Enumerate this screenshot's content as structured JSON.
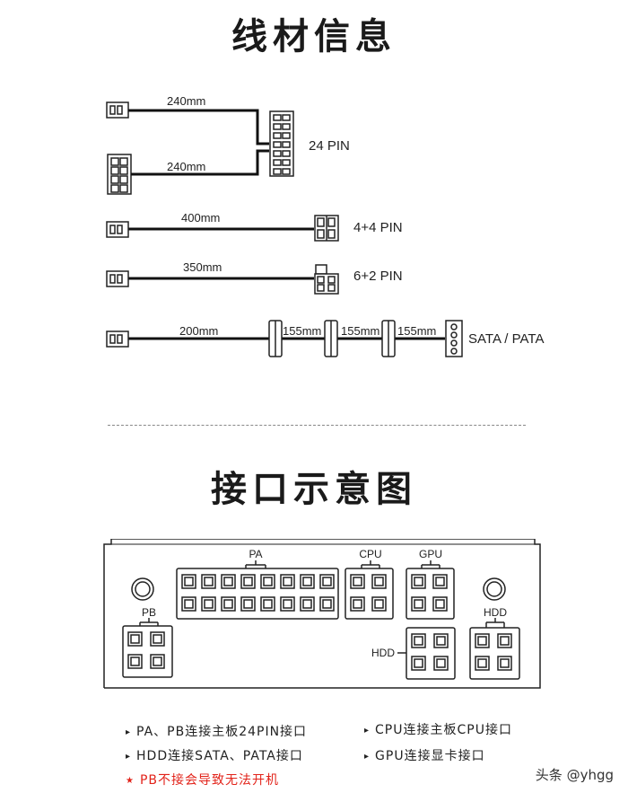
{
  "section_titles": {
    "wires": "线材信息",
    "ports": "接口示意图"
  },
  "cables": {
    "c24_top_len": "240mm",
    "c24_bot_len": "240mm",
    "c24_label": "24 PIN",
    "c44_len": "400mm",
    "c44_label": "4+4 PIN",
    "c62_len": "350mm",
    "c62_label": "6+2 PIN",
    "sata_len1": "200mm",
    "sata_len2": "155mm",
    "sata_len3": "155mm",
    "sata_len4": "155mm",
    "sata_label": "SATA / PATA"
  },
  "ports": {
    "pa": "PA",
    "cpu": "CPU",
    "gpu": "GPU",
    "pb": "PB",
    "hdd_right": "HDD",
    "hdd_left": "HDD"
  },
  "notes": {
    "n1": "PA、PB连接主板24PIN接口",
    "n2": "CPU连接主板CPU接口",
    "n3": "HDD连接SATA、PATA接口",
    "n4": "GPU连接显卡接口",
    "n5": "PB不接会导致无法开机",
    "arrow": "▸",
    "star": "★"
  },
  "watermark": "头条 @yhgg"
}
